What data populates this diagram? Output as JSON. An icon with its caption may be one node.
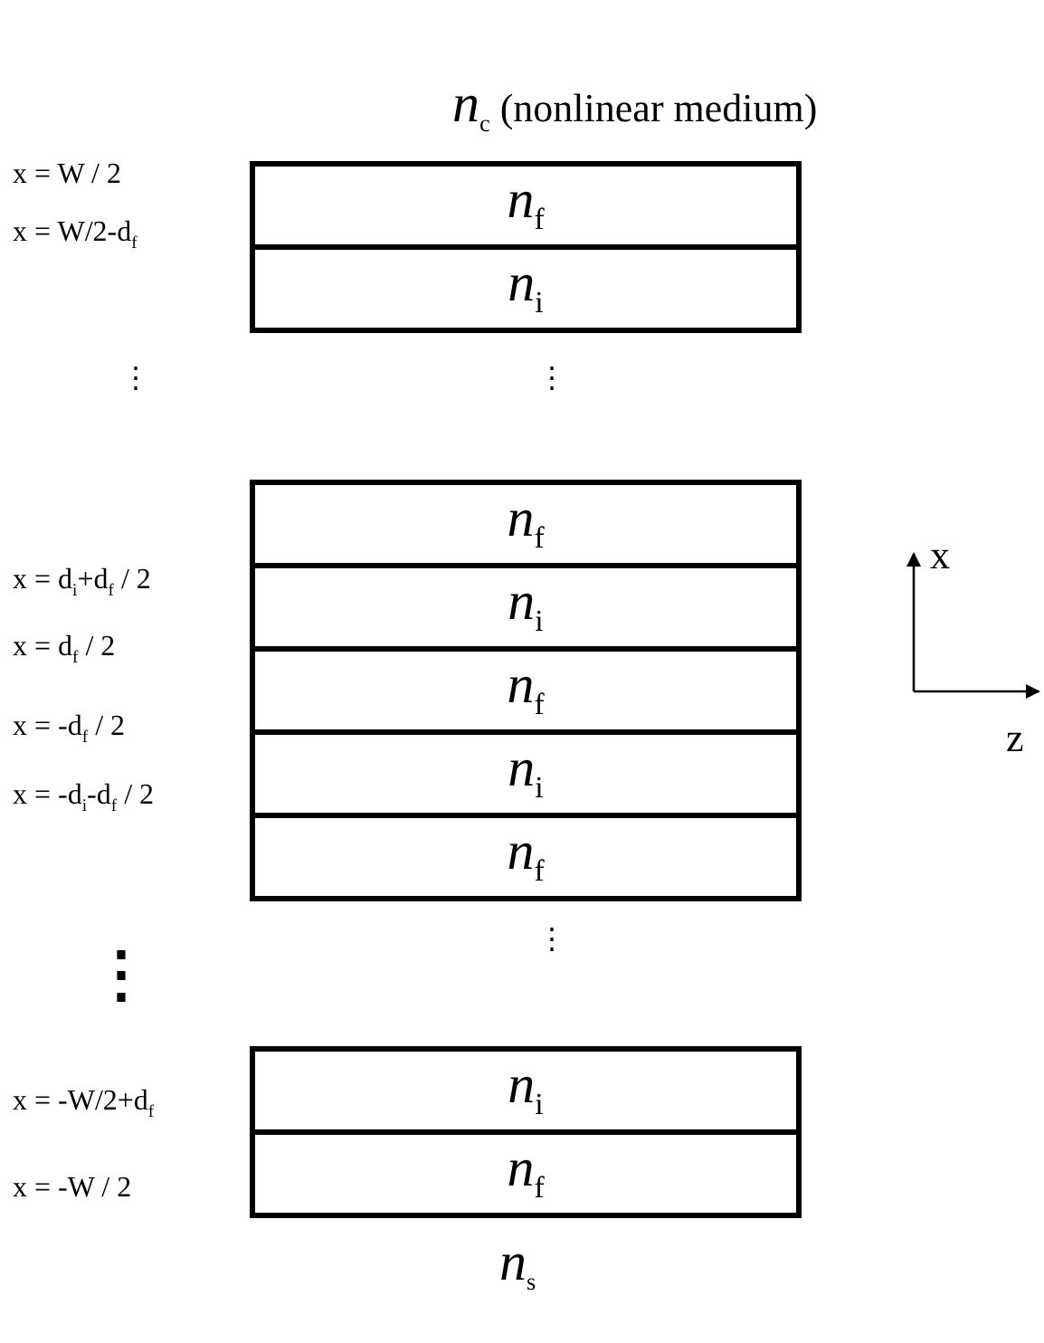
{
  "diagram": {
    "nodes": [
      {
        "text": [
          "*n*$_{f}$"
        ]
      },
      {
        "text": [
          "*n*$_{i}$"
        ]
      },
      {
        "text": [
          "*n*$_{f}$"
        ]
      },
      {
        "text": [
          "*n*$_{i}$"
        ]
      },
      {
        "text": [
          "*n*$_{f}$"
        ]
      },
      {
        "text": [
          "*n*$_{i}$"
        ]
      },
      {
        "text": [
          "*n*$_{f}$"
        ]
      },
      {
        "text": [
          "*n*$_{i}$"
        ]
      },
      {
        "text": [
          "*n*$_{f}$"
        ]
      }
    ],
    "labels": [
      "*n*$_{c}$ (nonlinear medium)",
      "x = W / 2",
      "x = W/2-d$_{f}$",
      "⋮",
      "⋮",
      "x = d$_{i}$+d$_{f}$ / 2",
      "x",
      "x = d$_{f}$ / 2",
      "x = -d$_{f}$ / 2",
      "z",
      "x = -d$_{i}$-d$_{f}$ / 2",
      "⋮",
      "⋮",
      "x = -W/2+d$_{f}$",
      "x = -W / 2",
      "*n*$_{s}$"
    ]
  }
}
